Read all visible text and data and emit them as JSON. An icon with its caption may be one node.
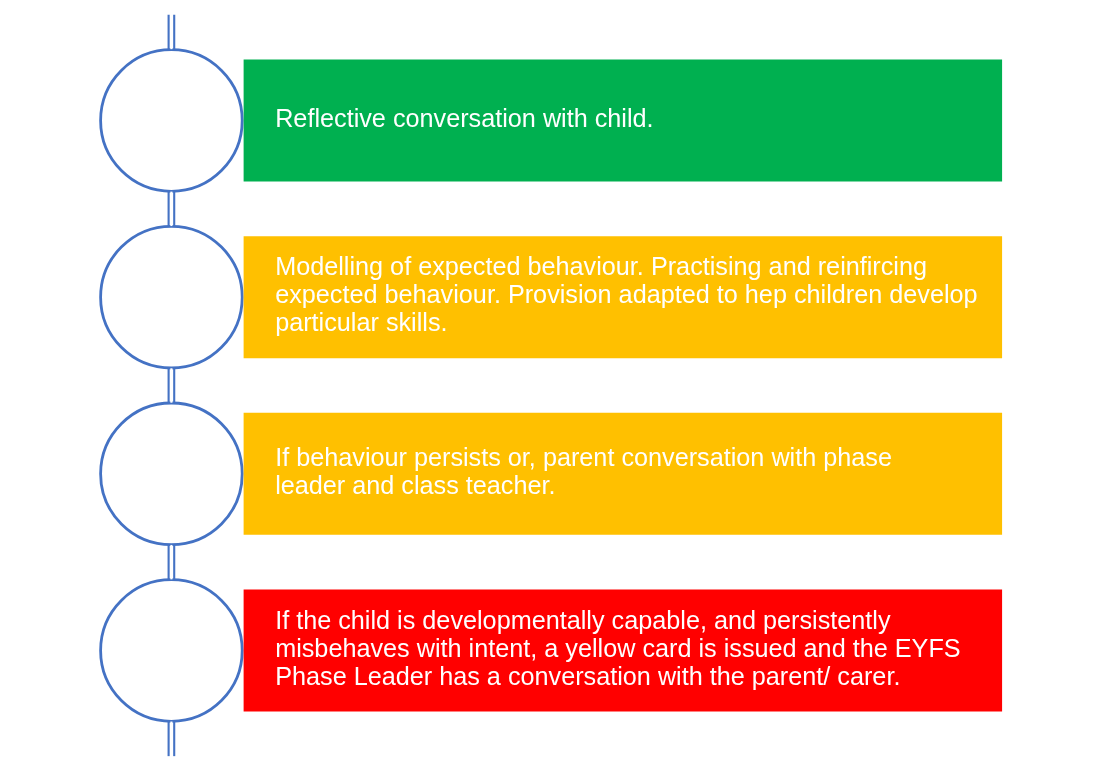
{
  "diagram": {
    "nodes": [
      {
        "text": [],
        "shape": "circle"
      },
      {
        "text": [
          "Reflective conversation with child."
        ]
      },
      {
        "text": [],
        "shape": "circle"
      },
      {
        "text": [
          "Modelling of expected behaviour. Practising and reinfircing expected behaviour. Provision adapted to hep children develop particular skills."
        ]
      },
      {
        "text": [],
        "shape": "circle"
      },
      {
        "text": [
          "If behaviour persists or, parent conversation with phase leader and class teacher."
        ]
      },
      {
        "text": [],
        "shape": "circle"
      },
      {
        "text": [
          "If the child is developmentally capable, and persistently misbehaves with intent, a yellow card is issued and the EYFS Phase Leader has a conversation with the parent/ carer."
        ]
      }
    ],
    "edges": [
      {
        "from": null,
        "to": 0,
        "arrow": "none"
      },
      {
        "from": 0,
        "to": 2,
        "arrow": "none"
      },
      {
        "from": 2,
        "to": 4,
        "arrow": "none"
      },
      {
        "from": 4,
        "to": 6,
        "arrow": "none"
      },
      {
        "from": 6,
        "to": null,
        "arrow": "none"
      }
    ]
  }
}
